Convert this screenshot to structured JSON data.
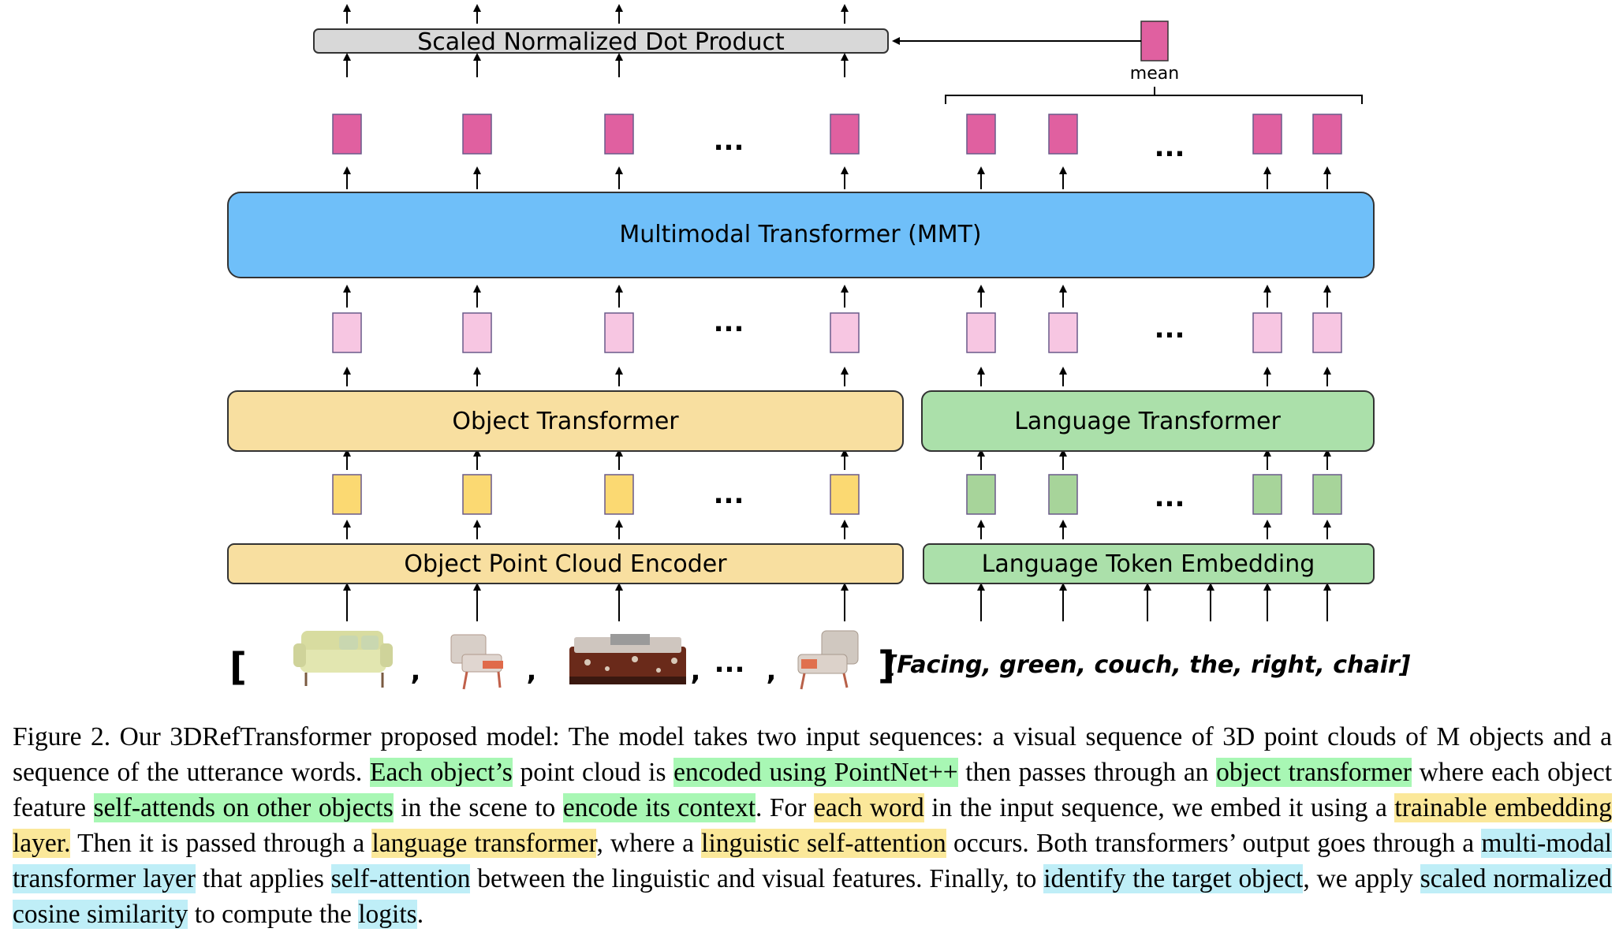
{
  "blocks": {
    "dot_product": "Scaled Normalized Dot Product",
    "mean": "mean",
    "mmt": "Multimodal Transformer (MMT)",
    "object_transformer": "Object Transformer",
    "language_transformer": "Language Transformer",
    "object_encoder": "Object Point Cloud Encoder",
    "token_embedding": "Language Token Embedding"
  },
  "input": {
    "open_bracket": "[",
    "close_bracket": "]",
    "comma": ",",
    "ellipsis": "...",
    "utterance": "[Facing, green, couch, the, right, chair]"
  },
  "colors": {
    "output_token": "#e060a0",
    "mmt_input_token": "#f7c6e2",
    "object_feature": "#fbd972",
    "language_feature": "#a7d49a",
    "mmt_fill": "#6fbff9",
    "object_block_fill": "#f8dfa0",
    "language_block_fill": "#abe0aa",
    "dot_product_fill": "#d8d8d8"
  },
  "caption": [
    {
      "t": "Figure 2. Our 3DRefTransformer proposed model: The model takes two input sequences: a visual sequence of 3D point clouds of M objects and a sequence of the utterance words. ",
      "h": ""
    },
    {
      "t": "Each object’s",
      "h": "green"
    },
    {
      "t": " point cloud is ",
      "h": ""
    },
    {
      "t": "encoded using PointNet++",
      "h": "green"
    },
    {
      "t": " then passes through an ",
      "h": ""
    },
    {
      "t": "object transformer",
      "h": "green"
    },
    {
      "t": " where each object feature ",
      "h": ""
    },
    {
      "t": "self-attends on other objects",
      "h": "green"
    },
    {
      "t": " in the scene to ",
      "h": ""
    },
    {
      "t": "encode its context",
      "h": "green"
    },
    {
      "t": ". For ",
      "h": ""
    },
    {
      "t": "each word",
      "h": "yellow"
    },
    {
      "t": " in the input sequence, we embed it using a ",
      "h": ""
    },
    {
      "t": "trainable embedding layer.",
      "h": "yellow"
    },
    {
      "t": "  Then it is passed through a ",
      "h": ""
    },
    {
      "t": "language transformer",
      "h": "yellow"
    },
    {
      "t": ", where a ",
      "h": ""
    },
    {
      "t": "linguistic self-attention",
      "h": "yellow"
    },
    {
      "t": " occurs.  Both transformers’ output goes through a ",
      "h": ""
    },
    {
      "t": "multi-modal transformer layer",
      "h": "cyan"
    },
    {
      "t": " that applies ",
      "h": ""
    },
    {
      "t": "self-attention",
      "h": "cyan"
    },
    {
      "t": " between the linguistic and visual features. Finally, to ",
      "h": ""
    },
    {
      "t": "identify the target object",
      "h": "cyan"
    },
    {
      "t": ", we apply ",
      "h": ""
    },
    {
      "t": "scaled normalized cosine similarity",
      "h": "cyan"
    },
    {
      "t": " to compute the ",
      "h": ""
    },
    {
      "t": "logits",
      "h": "cyan"
    },
    {
      "t": ".",
      "h": ""
    }
  ]
}
